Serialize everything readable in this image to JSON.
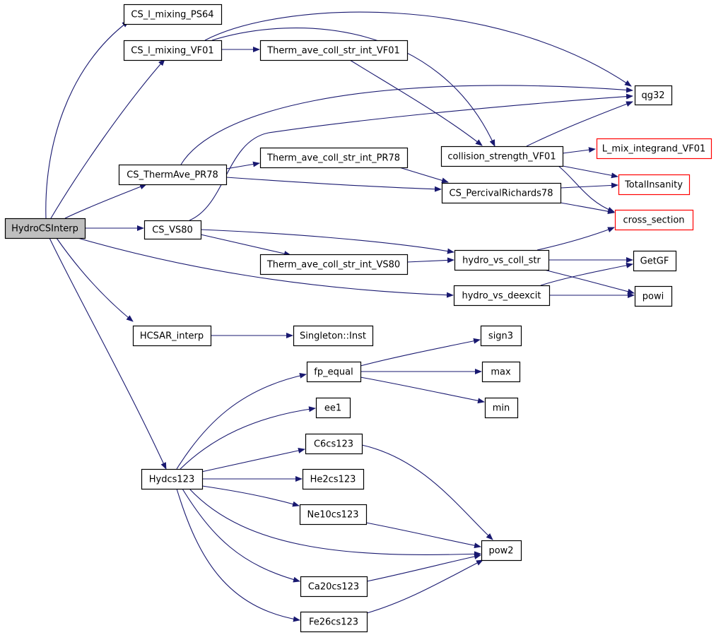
{
  "nodes": {
    "HydroCSInterp": {
      "label": "HydroCSInterp",
      "style": "root"
    },
    "CS_l_mixing_PS64": {
      "label": "CS_l_mixing_PS64",
      "style": "normal"
    },
    "CS_l_mixing_VF01": {
      "label": "CS_l_mixing_VF01",
      "style": "normal"
    },
    "Therm_ave_coll_str_int_VF01": {
      "label": "Therm_ave_coll_str_int_VF01",
      "style": "normal"
    },
    "qg32": {
      "label": "qg32",
      "style": "normal"
    },
    "CS_ThermAve_PR78": {
      "label": "CS_ThermAve_PR78",
      "style": "normal"
    },
    "Therm_ave_coll_str_int_PR78": {
      "label": "Therm_ave_coll_str_int_PR78",
      "style": "normal"
    },
    "collision_strength_VF01": {
      "label": "collision_strength_VF01",
      "style": "normal"
    },
    "L_mix_integrand_VF01": {
      "label": "L_mix_integrand_VF01",
      "style": "truncated"
    },
    "TotalInsanity": {
      "label": "TotalInsanity",
      "style": "truncated"
    },
    "CS_PercivalRichards78": {
      "label": "CS_PercivalRichards78",
      "style": "normal"
    },
    "cross_section": {
      "label": "cross_section",
      "style": "truncated"
    },
    "CS_VS80": {
      "label": "CS_VS80",
      "style": "normal"
    },
    "hydro_vs_coll_str": {
      "label": "hydro_vs_coll_str",
      "style": "normal"
    },
    "Therm_ave_coll_str_int_VS80": {
      "label": "Therm_ave_coll_str_int_VS80",
      "style": "normal"
    },
    "GetGF": {
      "label": "GetGF",
      "style": "normal"
    },
    "hydro_vs_deexcit": {
      "label": "hydro_vs_deexcit",
      "style": "normal"
    },
    "powi": {
      "label": "powi",
      "style": "normal"
    },
    "HCSAR_interp": {
      "label": "HCSAR_interp",
      "style": "normal"
    },
    "Singleton_Inst": {
      "label": "Singleton::Inst",
      "style": "normal"
    },
    "sign3": {
      "label": "sign3",
      "style": "normal"
    },
    "fp_equal": {
      "label": "fp_equal",
      "style": "normal"
    },
    "max": {
      "label": "max",
      "style": "normal"
    },
    "ee1": {
      "label": "ee1",
      "style": "normal"
    },
    "min": {
      "label": "min",
      "style": "normal"
    },
    "C6cs123": {
      "label": "C6cs123",
      "style": "normal"
    },
    "Hydcs123": {
      "label": "Hydcs123",
      "style": "normal"
    },
    "He2cs123": {
      "label": "He2cs123",
      "style": "normal"
    },
    "Ne10cs123": {
      "label": "Ne10cs123",
      "style": "normal"
    },
    "pow2": {
      "label": "pow2",
      "style": "normal"
    },
    "Ca20cs123": {
      "label": "Ca20cs123",
      "style": "normal"
    },
    "Fe26cs123": {
      "label": "Fe26cs123",
      "style": "normal"
    }
  },
  "edges": [
    {
      "from": "HydroCSInterp",
      "to": "CS_l_mixing_PS64"
    },
    {
      "from": "HydroCSInterp",
      "to": "CS_l_mixing_VF01"
    },
    {
      "from": "HydroCSInterp",
      "to": "CS_ThermAve_PR78"
    },
    {
      "from": "HydroCSInterp",
      "to": "CS_VS80"
    },
    {
      "from": "HydroCSInterp",
      "to": "hydro_vs_deexcit"
    },
    {
      "from": "HydroCSInterp",
      "to": "HCSAR_interp"
    },
    {
      "from": "HydroCSInterp",
      "to": "Hydcs123"
    },
    {
      "from": "CS_l_mixing_VF01",
      "to": "Therm_ave_coll_str_int_VF01"
    },
    {
      "from": "CS_l_mixing_VF01",
      "to": "qg32"
    },
    {
      "from": "CS_l_mixing_VF01",
      "to": "collision_strength_VF01"
    },
    {
      "from": "Therm_ave_coll_str_int_VF01",
      "to": "collision_strength_VF01"
    },
    {
      "from": "CS_ThermAve_PR78",
      "to": "qg32"
    },
    {
      "from": "CS_ThermAve_PR78",
      "to": "Therm_ave_coll_str_int_PR78"
    },
    {
      "from": "CS_ThermAve_PR78",
      "to": "CS_PercivalRichards78"
    },
    {
      "from": "Therm_ave_coll_str_int_PR78",
      "to": "CS_PercivalRichards78"
    },
    {
      "from": "collision_strength_VF01",
      "to": "qg32"
    },
    {
      "from": "collision_strength_VF01",
      "to": "L_mix_integrand_VF01"
    },
    {
      "from": "collision_strength_VF01",
      "to": "TotalInsanity"
    },
    {
      "from": "collision_strength_VF01",
      "to": "cross_section"
    },
    {
      "from": "CS_PercivalRichards78",
      "to": "TotalInsanity"
    },
    {
      "from": "CS_PercivalRichards78",
      "to": "cross_section"
    },
    {
      "from": "CS_VS80",
      "to": "qg32"
    },
    {
      "from": "CS_VS80",
      "to": "hydro_vs_coll_str"
    },
    {
      "from": "CS_VS80",
      "to": "Therm_ave_coll_str_int_VS80"
    },
    {
      "from": "Therm_ave_coll_str_int_VS80",
      "to": "hydro_vs_coll_str"
    },
    {
      "from": "hydro_vs_coll_str",
      "to": "cross_section"
    },
    {
      "from": "hydro_vs_coll_str",
      "to": "GetGF"
    },
    {
      "from": "hydro_vs_coll_str",
      "to": "powi"
    },
    {
      "from": "hydro_vs_deexcit",
      "to": "GetGF"
    },
    {
      "from": "hydro_vs_deexcit",
      "to": "powi"
    },
    {
      "from": "HCSAR_interp",
      "to": "Singleton_Inst"
    },
    {
      "from": "fp_equal",
      "to": "sign3"
    },
    {
      "from": "fp_equal",
      "to": "max"
    },
    {
      "from": "fp_equal",
      "to": "min"
    },
    {
      "from": "Hydcs123",
      "to": "fp_equal"
    },
    {
      "from": "Hydcs123",
      "to": "ee1"
    },
    {
      "from": "Hydcs123",
      "to": "C6cs123"
    },
    {
      "from": "Hydcs123",
      "to": "He2cs123"
    },
    {
      "from": "Hydcs123",
      "to": "Ne10cs123"
    },
    {
      "from": "Hydcs123",
      "to": "pow2"
    },
    {
      "from": "Hydcs123",
      "to": "Ca20cs123"
    },
    {
      "from": "Hydcs123",
      "to": "Fe26cs123"
    },
    {
      "from": "C6cs123",
      "to": "pow2"
    },
    {
      "from": "Ne10cs123",
      "to": "pow2"
    },
    {
      "from": "Ca20cs123",
      "to": "pow2"
    },
    {
      "from": "Fe26cs123",
      "to": "pow2"
    }
  ],
  "colors": {
    "edge": "#191970",
    "border": "#000000",
    "truncated_border": "#ff0000",
    "root_fill": "#bfbfbf",
    "fill": "#ffffff"
  }
}
